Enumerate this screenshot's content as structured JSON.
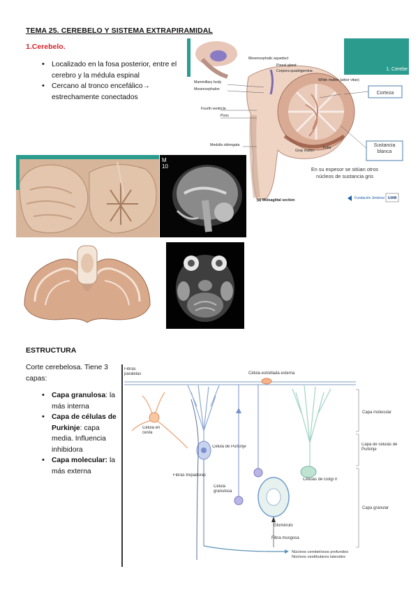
{
  "doc": {
    "title": "TEMA 25. CEREBELO Y SISTEMA EXTRAPIRAMIDAL",
    "section1": "1.Cerebelo.",
    "bullets1": [
      "Localizado en la fosa posterior, entre el cerebro y la médula espinal",
      "Cercano al tronco encefálico→ estrechamente conectados"
    ],
    "section2": "ESTRUCTURA",
    "corte": "Corte cerebelosa. Tiene 3 capas:",
    "layers": [
      {
        "bold": "Capa granulosa",
        "rest": ": la más interna"
      },
      {
        "bold": "Capa de células de Purkinje",
        "rest": ": capa media. Influencia inhibidora"
      },
      {
        "bold": "Capa molecular:",
        "rest": " la más externa"
      }
    ]
  },
  "figure1": {
    "labels": {
      "mesencephalic_aqueduct": "Mesencephalic aqueduct",
      "pineal_gland": "Pineal gland",
      "corpora_quadrigemina": "Corpora quadrigemina",
      "mammillary_body": "Mammillary body",
      "mesencephalon": "Mesencephalon",
      "white_matter": "White matter (arbor vitae)",
      "fourth_ventricle": "Fourth ventricle",
      "pons": "Pons",
      "medulla_oblongata": "Medulla oblongata",
      "folia": "Folia",
      "gray_matter": "Gray matter",
      "caption": "(a) Midsagittal section"
    },
    "callouts": {
      "corteza": "Corteza",
      "sustancia_blanca": "Sustancia blanca"
    },
    "note": "En su espesor se sitúan otros núcleos de sustancia gris",
    "slide_title": "1. Cerebe",
    "logo_text": "Fundación Jiménez Díaz",
    "logo_uam": "UAM"
  },
  "mri1": {
    "labels": [
      "M",
      "10"
    ]
  },
  "figure2": {
    "labels": {
      "fibras_paralelas": "Fibras paralelas",
      "celula_estrellada": "Célula estrellada externa",
      "celula_en_cesta": "Célula en cesta",
      "celula_purkinje": "Célula de Purkinje",
      "fibras_trepadoras": "Fibras trepadoras",
      "celula_granulosa": "Célula granulosa",
      "celulas_golgi": "Células de Golgi II",
      "glomerulo": "Glomérulo",
      "fibra_musgosa": "Fibra musgosa",
      "nucleos1": "Núcleos cerebelosos profundos",
      "nucleos2": "Núcleos vestibulares laterales",
      "capa_molecular": "Capa molecular",
      "capa_purkinje": "Capa de células de Purkinje",
      "capa_granular": "Capa granular"
    }
  }
}
